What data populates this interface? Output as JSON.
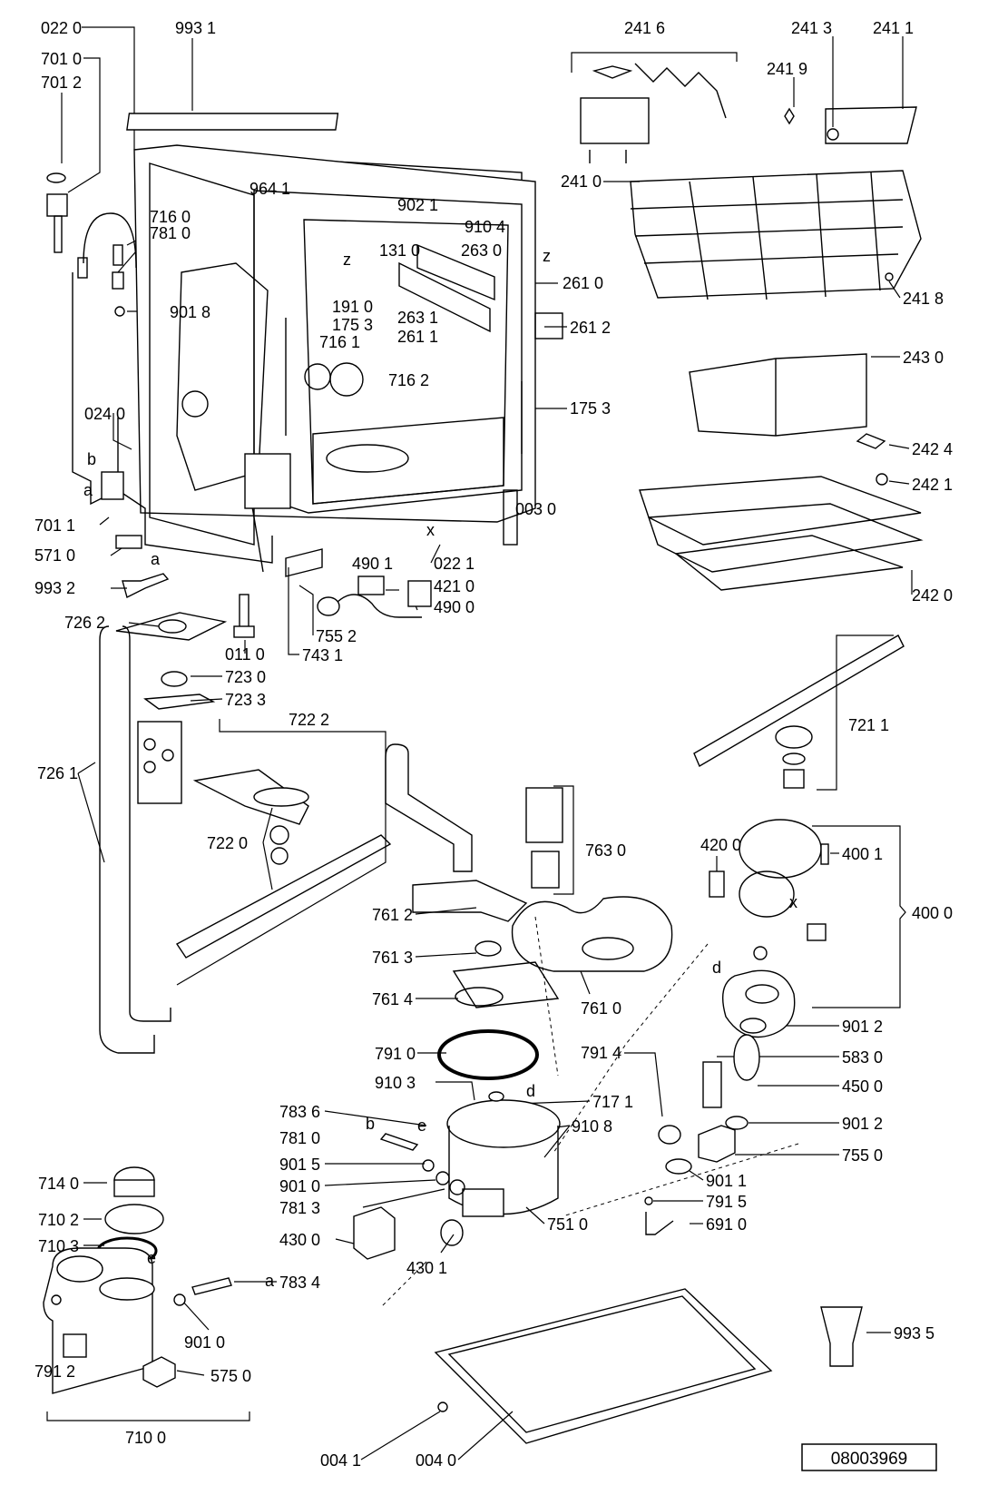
{
  "labels": {
    "l0220": "022 0",
    "l9931": "993 1",
    "l7010": "701 0",
    "l7012": "701 2",
    "l9641": "964 1",
    "l9021": "902 1",
    "l9104": "910 4",
    "l1310": "131 0",
    "l2630": "263 0",
    "l7160": "716 0",
    "l7810a": "781 0",
    "l9018": "901 8",
    "l1910": "191 0",
    "l1753a": "175 3",
    "l2631": "263 1",
    "l2611": "261 1",
    "l2610": "261 0",
    "l2612": "261 2",
    "l7161": "716 1",
    "l7162": "716 2",
    "l1753b": "175 3",
    "l0240": "024 0",
    "l7011": "701 1",
    "l5710": "571 0",
    "l9932": "993 2",
    "l0030": "003 0",
    "l4901": "490 1",
    "l0221": "022 1",
    "l4211": "421 0",
    "l4900": "490 0",
    "l7262": "726 2",
    "l0110": "011 0",
    "l7552": "755 2",
    "l7431": "743 1",
    "l7230": "723 0",
    "l7233": "723 3",
    "l7222": "722 2",
    "l7261": "726 1",
    "l7220": "722 0",
    "l7612": "761 2",
    "l7613": "761 3",
    "l7614": "761 4",
    "l7630": "763 0",
    "l7610": "761 0",
    "l7910": "791 0",
    "l9103": "910 3",
    "l7914": "791 4",
    "l7836": "783 6",
    "l7810b": "781 0",
    "l9015": "901 5",
    "l9010a": "901 0",
    "l7813": "781 3",
    "l7171": "717 1",
    "l9108": "910 8",
    "l7510": "751 0",
    "l7140": "714 0",
    "l7102": "710 2",
    "l7103": "710 3",
    "l4300": "430 0",
    "l4301": "430 1",
    "l7834": "783 4",
    "l9010b": "901 0",
    "l7912": "791 2",
    "l5750": "575 0",
    "l7100": "710 0",
    "l0041": "004 1",
    "l0040": "004 0",
    "l2416": "241 6",
    "l2413": "241 3",
    "l2411": "241 1",
    "l2419": "241 9",
    "l2410": "241 0",
    "l2418": "241 8",
    "l2430": "243 0",
    "l2424": "242 4",
    "l2421": "242 1",
    "l2420": "242 0",
    "l7211": "721 1",
    "l4200": "420 0",
    "l4001": "400 1",
    "l4000": "400 0",
    "l9012a": "901 2",
    "l5830": "583 0",
    "l4500": "450 0",
    "l9012b": "901 2",
    "l7550": "755 0",
    "l9011": "901 1",
    "l7915": "791 5",
    "l6910": "691 0",
    "l9935": "993 5"
  },
  "letters": {
    "z1": "z",
    "z2": "z",
    "b1": "b",
    "a1": "a",
    "a2": "a",
    "x1": "x",
    "x2": "x",
    "d1": "d",
    "d2": "d",
    "b2": "b",
    "e1": "e",
    "e2": "e",
    "a3": "a"
  },
  "doc_number": "08003969"
}
